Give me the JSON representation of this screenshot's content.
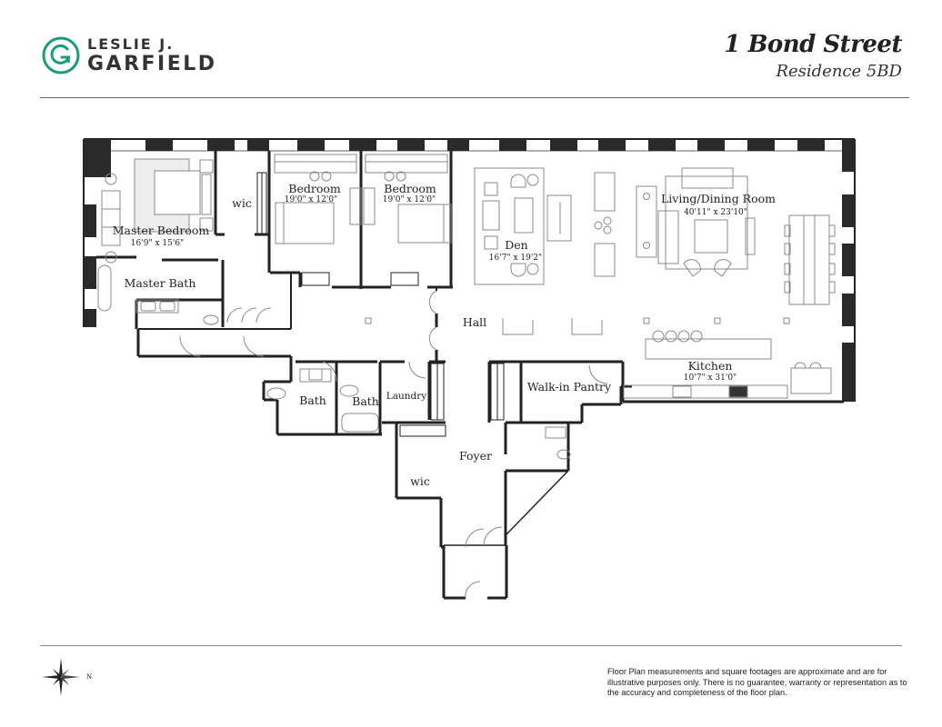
{
  "brand": {
    "line1": "LESLIE J.",
    "line2": "GARFIELD",
    "mark_letter": "G",
    "accent_color": "#1a9e6e"
  },
  "title": {
    "address": "1 Bond Street",
    "residence": "Residence 5BD"
  },
  "rooms": {
    "master_bedroom": {
      "name": "Master Bedroom",
      "dims": "16'9\" x 15'6\""
    },
    "wic_master": {
      "name": "wic"
    },
    "master_bath": {
      "name": "Master Bath"
    },
    "bedroom_1": {
      "name": "Bedroom",
      "dims": "19'0\" x 12'0\""
    },
    "bedroom_2": {
      "name": "Bedroom",
      "dims": "19'0\" x 12'0\""
    },
    "den": {
      "name": "Den",
      "dims": "16'7\" x 19'2\""
    },
    "living_dining": {
      "name": "Living/Dining Room",
      "dims": "40'11\" x 23'10\""
    },
    "hall": {
      "name": "Hall"
    },
    "kitchen": {
      "name": "Kitchen",
      "dims": "10'7\" x 31'0\""
    },
    "bath_1": {
      "name": "Bath"
    },
    "bath_2": {
      "name": "Bath"
    },
    "laundry": {
      "name": "Laundry"
    },
    "walk_in_pantry": {
      "name": "Walk-in Pantry"
    },
    "foyer": {
      "name": "Foyer"
    },
    "wic_foyer": {
      "name": "wic"
    }
  },
  "compass": {
    "label": "N",
    "icon": "compass-rose-icon"
  },
  "disclaimer": "Floor Plan measurements and square footages are approximate and are for illustrative purposes only. There is no guarantee, warranty or representation as to the accuracy and completeness of the floor plan.",
  "colors": {
    "wall": "#222222",
    "pier": "#2a2a2a",
    "fixture": "#888888",
    "rule": "#666666"
  }
}
